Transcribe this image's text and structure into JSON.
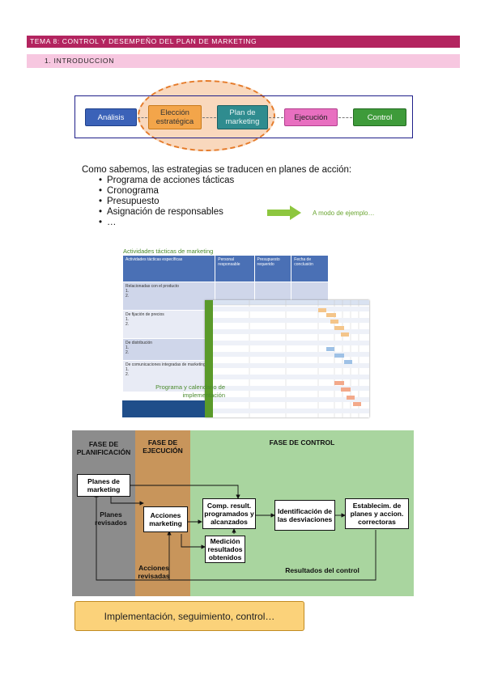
{
  "header": {
    "title": "TEMA 8: CONTROL Y DESEMPEÑO DEL PLAN DE MARKETING",
    "section": "1.   INTRODUCCION"
  },
  "flow": {
    "steps": [
      "Análisis",
      "Elección estratégica",
      "Plan de marketing",
      "Ejecución",
      "Control"
    ],
    "colors": [
      "#3b62b8",
      "#f3a54a",
      "#2f8c8f",
      "#e86fc0",
      "#3e9b3a"
    ]
  },
  "intro": {
    "lead": "Como sabemos, las estrategias se traducen en planes de acción:",
    "bullets": [
      "Programa de acciones tácticas",
      "Cronograma",
      "Presupuesto",
      "Asignación de responsables",
      "…"
    ],
    "example": "A modo de ejemplo…"
  },
  "activities": {
    "title": "Actividades tácticas de marketing",
    "columns": [
      "Actividades tácticas específicas",
      "Personal responsable",
      "Presupuesto requerido",
      "Fecha de conclusión"
    ],
    "rows": [
      {
        "name": "Relacionadas con el producto",
        "items": [
          "1.",
          "2."
        ]
      },
      {
        "name": "De fijación de precios",
        "items": [
          "1.",
          "2."
        ]
      },
      {
        "name": "De distribución",
        "items": [
          "1.",
          "2."
        ]
      },
      {
        "name": "De comunicaciones integradas de marketing",
        "items": [
          "1.",
          "2."
        ]
      }
    ],
    "program_title": "Programa y calendario de implementación"
  },
  "control": {
    "phase_planning": "FASE DE PLANIFICACIÓN",
    "phase_execution": "FASE DE EJECUCIÓN",
    "phase_control": "FASE DE CONTROL",
    "planes_marketing": "Planes de marketing",
    "planes_revisados": "Planes revisados",
    "acciones_marketing": "Acciones marketing",
    "acciones_revisadas": "Acciones revisadas",
    "comp_result": "Comp. result. programados y alcanzados",
    "identificacion": "Identificación de las desviaciones",
    "establecim": "Establecim. de planes y accion. correctoras",
    "medicion": "Medición resultados obtenidos",
    "resultados": "Resultados del control"
  },
  "banner": "Implementación, seguimiento, control…"
}
